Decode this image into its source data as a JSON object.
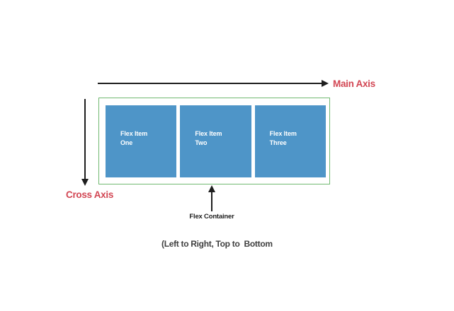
{
  "diagram": {
    "main_axis": {
      "label": "Main Axis"
    },
    "cross_axis": {
      "label": "Cross Axis"
    },
    "container": {
      "label": "Flex Container"
    },
    "caption": "(Left to Right, Top to  Bottom",
    "items": [
      {
        "line1": "Flex Item",
        "line2": "One"
      },
      {
        "line1": "Flex Item",
        "line2": "Two"
      },
      {
        "line1": "Flex Item",
        "line2": "Three"
      }
    ],
    "colors": {
      "axis_label_red": "#d24653",
      "item_blue": "#4e95c8",
      "container_border_green": "#71b971",
      "arrow_black": "#1e1e1e",
      "caption_gray": "#3f3f3f",
      "item_text": "#ffffff",
      "background": "#ffffff"
    }
  }
}
